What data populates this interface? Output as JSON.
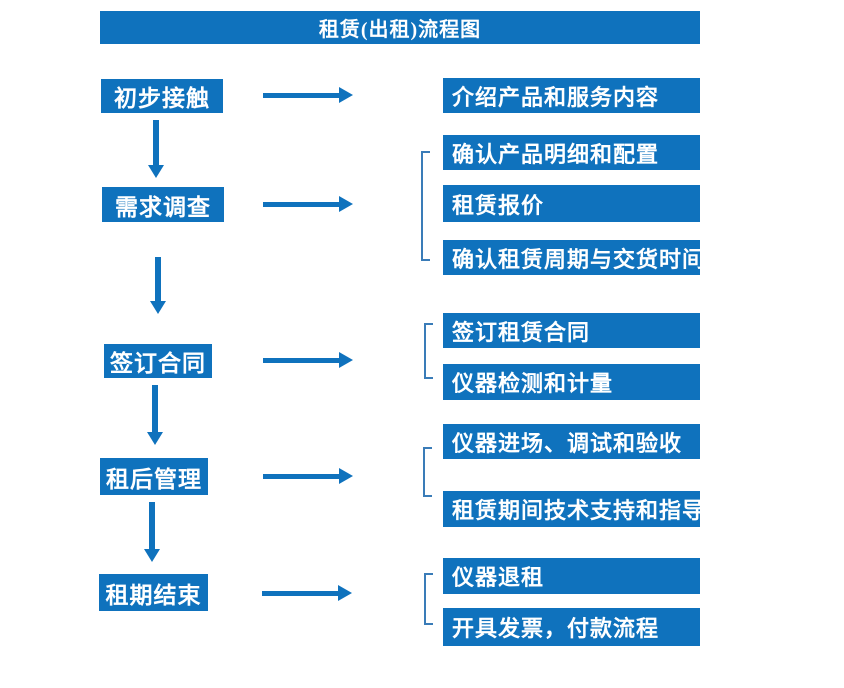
{
  "title": "租赁(出租)流程图",
  "colors": {
    "box_blue": "#0f72bd",
    "bracket_blue": "#3a7cb8",
    "text": "#ffffff",
    "background": "#ffffff"
  },
  "steps": [
    "初步接触",
    "需求调查",
    "签订合同",
    "租后管理",
    "租期结束"
  ],
  "details": {
    "group1": [
      "介绍产品和服务内容"
    ],
    "group2": [
      "确认产品明细和配置",
      "租赁报价",
      "确认租赁周期与交货时间"
    ],
    "group3": [
      "签订租赁合同",
      "仪器检测和计量"
    ],
    "group4": [
      "仪器进场、调试和验收",
      "租赁期间技术支持和指导"
    ],
    "group5": [
      "仪器退租",
      "开具发票，付款流程"
    ]
  }
}
